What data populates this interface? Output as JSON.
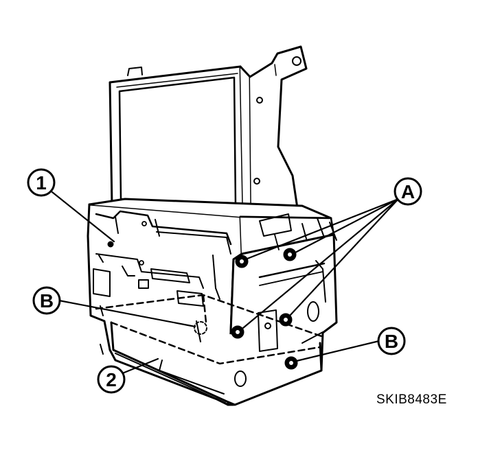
{
  "callouts": {
    "part_1": "1",
    "part_2": "2",
    "a": "A",
    "b_left": "B",
    "b_right": "B"
  },
  "reference_code": "SKIB8483E"
}
